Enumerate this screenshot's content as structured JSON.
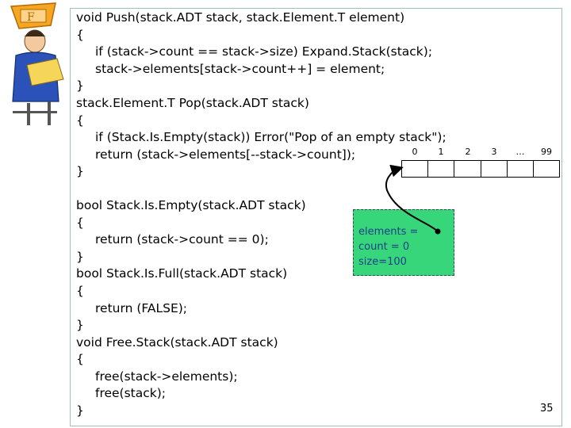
{
  "code": {
    "lines": [
      "void Push(stack.ADT stack, stack.Element.T element)",
      "{",
      "if (stack->count == stack->size) Expand.Stack(stack);",
      "stack->elements[stack->count++] = element;",
      "}",
      "stack.Element.T Pop(stack.ADT stack)",
      "{",
      "if (Stack.Is.Empty(stack)) Error(\"Pop of an empty stack\");",
      "return (stack->elements[--stack->count]);",
      "}",
      "bool Stack.Is.Empty(stack.ADT stack)",
      "{",
      "return (stack->count == 0);",
      "}",
      "bool Stack.Is.Full(stack.ADT stack)",
      "{",
      "return (FALSE);",
      "}",
      "void Free.Stack(stack.ADT stack)",
      "{",
      "free(stack->elements);",
      "free(stack);",
      "}"
    ]
  },
  "diagram": {
    "indices": [
      "0",
      "1",
      "2",
      "3",
      "…",
      "99"
    ],
    "struct_fields": [
      "elements =",
      "count = 0",
      "size=100"
    ]
  },
  "slide_number": "35",
  "colors": {
    "struct_fill": "#37d67a",
    "struct_text": "#1c3f8a",
    "frame_border": "#9dc3b5"
  },
  "icons": [
    "teacher-clipart-icon"
  ]
}
